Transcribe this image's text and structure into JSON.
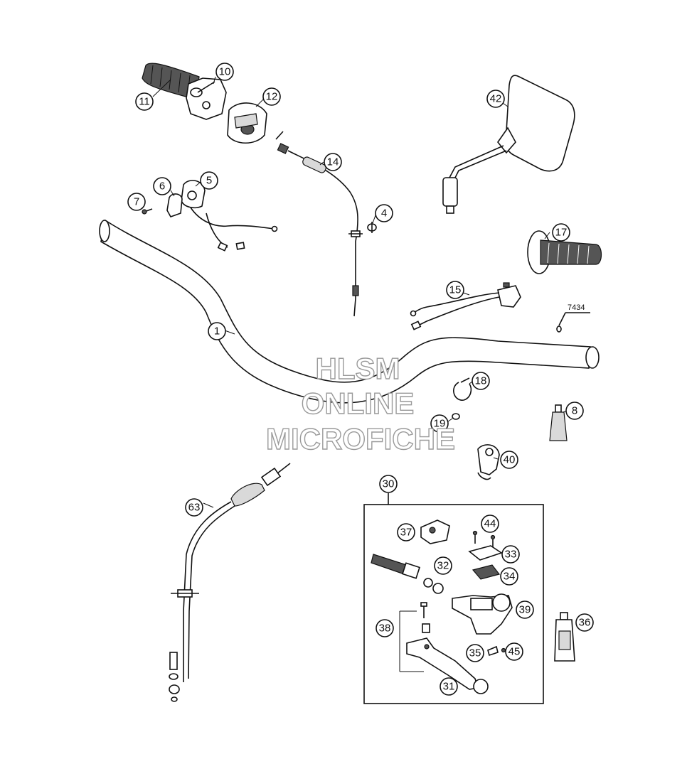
{
  "callouts": [
    {
      "id": "c1",
      "label": "1"
    },
    {
      "id": "c4",
      "label": "4"
    },
    {
      "id": "c5",
      "label": "5"
    },
    {
      "id": "c6",
      "label": "6"
    },
    {
      "id": "c7",
      "label": "7"
    },
    {
      "id": "c8",
      "label": "8"
    },
    {
      "id": "c10",
      "label": "10"
    },
    {
      "id": "c11",
      "label": "11"
    },
    {
      "id": "c12",
      "label": "12"
    },
    {
      "id": "c14",
      "label": "14"
    },
    {
      "id": "c15",
      "label": "15"
    },
    {
      "id": "c17",
      "label": "17"
    },
    {
      "id": "c18",
      "label": "18"
    },
    {
      "id": "c19",
      "label": "19"
    },
    {
      "id": "c30",
      "label": "30"
    },
    {
      "id": "c31",
      "label": "31"
    },
    {
      "id": "c32",
      "label": "32"
    },
    {
      "id": "c33",
      "label": "33"
    },
    {
      "id": "c34",
      "label": "34"
    },
    {
      "id": "c35",
      "label": "35"
    },
    {
      "id": "c36",
      "label": "36"
    },
    {
      "id": "c37",
      "label": "37"
    },
    {
      "id": "c38",
      "label": "38"
    },
    {
      "id": "c39",
      "label": "39"
    },
    {
      "id": "c40",
      "label": "40"
    },
    {
      "id": "c42",
      "label": "42"
    },
    {
      "id": "c44",
      "label": "44"
    },
    {
      "id": "c45",
      "label": "45"
    },
    {
      "id": "c63",
      "label": "63"
    }
  ],
  "reference_label": "7434",
  "watermark": {
    "line1": "HLSM",
    "line2": "ONLINE",
    "line3": "MICROFICHE"
  }
}
